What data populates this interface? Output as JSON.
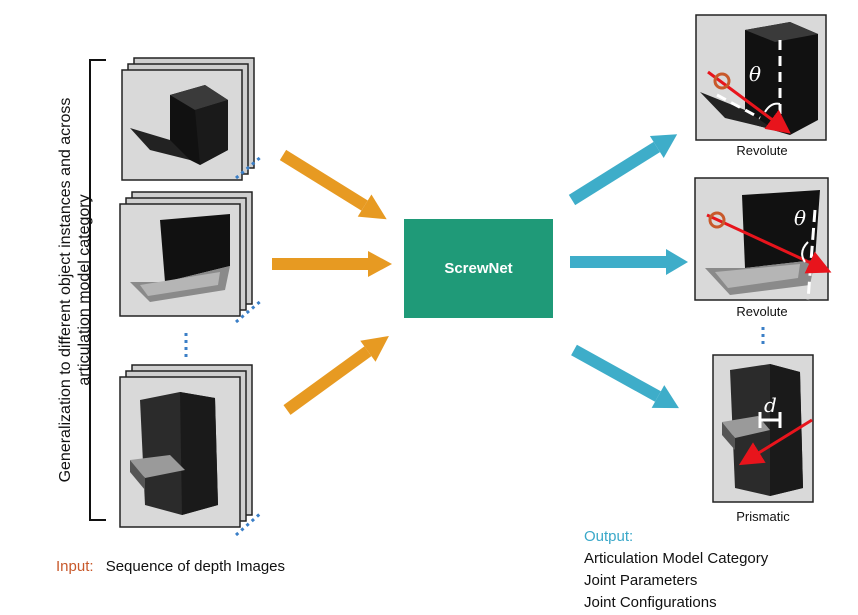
{
  "side_label": "Generalization to different object instances and across articulation model category",
  "center_box": {
    "label": "ScrewNet"
  },
  "outputs": [
    {
      "caption": "Revolute",
      "symbol": "θ"
    },
    {
      "caption": "Revolute",
      "symbol": "θ"
    },
    {
      "caption": "Prismatic",
      "symbol": "d"
    }
  ],
  "input": {
    "label": "Input:",
    "description": "Sequence of depth Images"
  },
  "output_legend": {
    "title": "Output:",
    "items": [
      "Articulation Model Category",
      "Joint Parameters",
      "Joint Configurations"
    ]
  },
  "colors": {
    "input_arrow": "#e79a22",
    "output_arrow": "#3eadc9",
    "center_box": "#1f9a78",
    "input_accent": "#c8592b",
    "output_accent": "#3aa8c9",
    "axis_arrow": "#e8141c"
  }
}
